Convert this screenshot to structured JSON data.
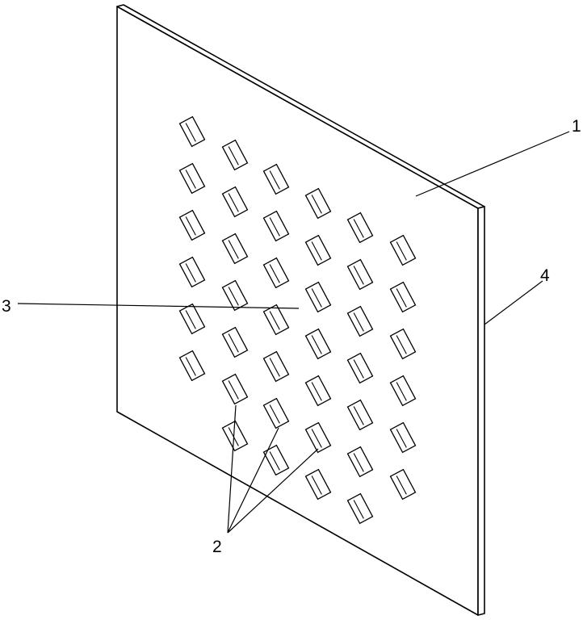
{
  "labels": {
    "plate": "1",
    "slots": "2",
    "surface": "3",
    "edge": "4"
  }
}
